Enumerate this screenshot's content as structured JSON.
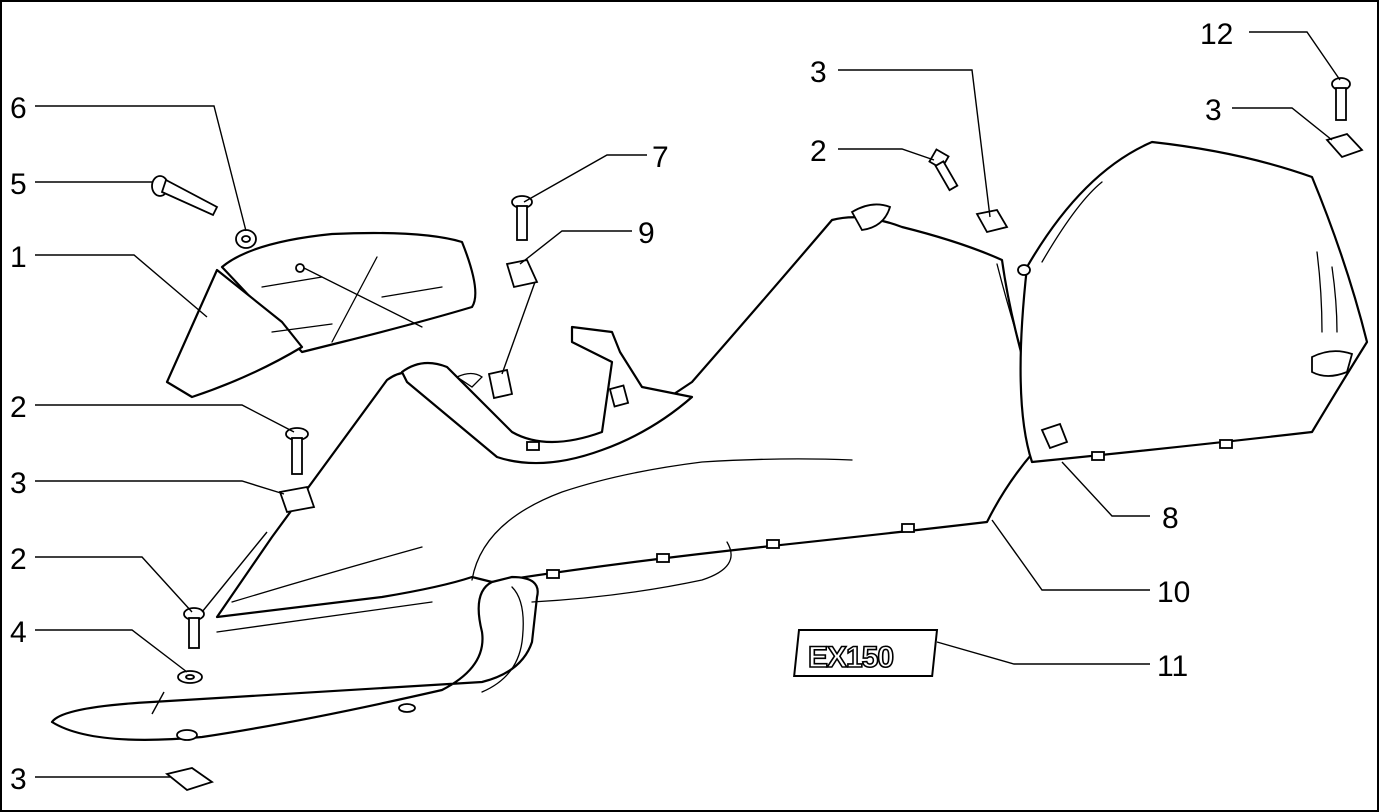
{
  "callouts": [
    {
      "id": "c12",
      "number": "12"
    },
    {
      "id": "c3a",
      "number": "3"
    },
    {
      "id": "c3b",
      "number": "3"
    },
    {
      "id": "c2a",
      "number": "2"
    },
    {
      "id": "c6",
      "number": "6"
    },
    {
      "id": "c5",
      "number": "5"
    },
    {
      "id": "c7",
      "number": "7"
    },
    {
      "id": "c9",
      "number": "9"
    },
    {
      "id": "c1",
      "number": "1"
    },
    {
      "id": "c2b",
      "number": "2"
    },
    {
      "id": "c3c",
      "number": "3"
    },
    {
      "id": "c8",
      "number": "8"
    },
    {
      "id": "c2c",
      "number": "2"
    },
    {
      "id": "c10",
      "number": "10"
    },
    {
      "id": "c4",
      "number": "4"
    },
    {
      "id": "c11",
      "number": "11"
    },
    {
      "id": "c3d",
      "number": "3"
    }
  ],
  "badge": {
    "text": "EX150"
  }
}
